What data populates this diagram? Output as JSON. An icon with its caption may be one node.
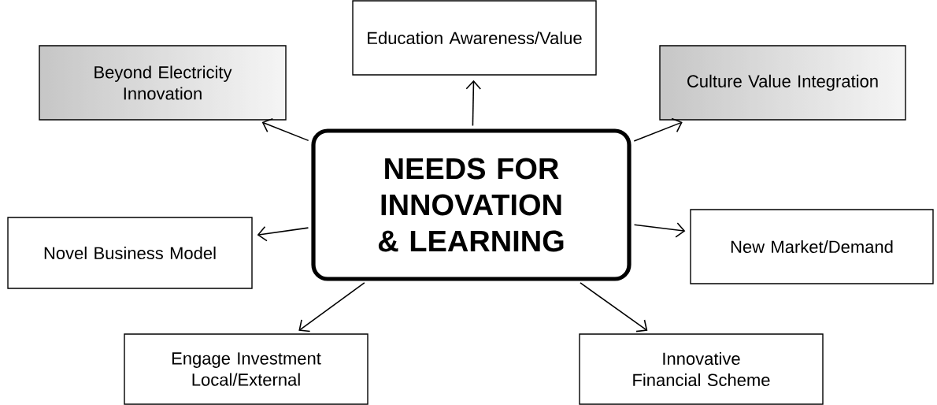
{
  "diagram": {
    "nodes": [
      {
        "text": [
          "NEEDS FOR INNOVATION & LEARNING"
        ]
      },
      {
        "text": [
          "Beyond Electricity Innovation"
        ]
      },
      {
        "text": [
          "Education Awareness/Value"
        ]
      },
      {
        "text": [
          "Culture Value Integration"
        ]
      },
      {
        "text": [
          "Novel Business Model"
        ]
      },
      {
        "text": [
          "New Market/Demand"
        ]
      },
      {
        "text": [
          "Engage Investment Local/External"
        ]
      },
      {
        "text": [
          "Innovative Financial Scheme"
        ]
      }
    ],
    "edges": [
      {
        "from": 0,
        "to": 1,
        "arrow": "to"
      },
      {
        "from": 0,
        "to": 2,
        "arrow": "to"
      },
      {
        "from": 0,
        "to": 3,
        "arrow": "to"
      },
      {
        "from": 0,
        "to": 4,
        "arrow": "to"
      },
      {
        "from": 0,
        "to": 5,
        "arrow": "to"
      },
      {
        "from": 0,
        "to": 6,
        "arrow": "to"
      },
      {
        "from": 0,
        "to": 7,
        "arrow": "to"
      }
    ]
  }
}
